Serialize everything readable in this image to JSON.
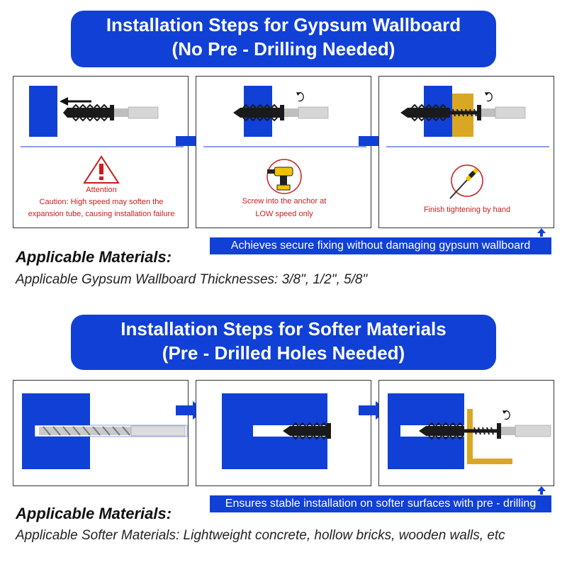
{
  "section1": {
    "title_line1": "Installation Steps for Gypsum Wallboard",
    "title_line2": "(No Pre - Drilling Needed)",
    "step1": {
      "label": "Attention",
      "caption_line1": "Caution: High speed may soften the",
      "caption_line2": "expansion tube, causing installation failure"
    },
    "step2": {
      "caption_line1": "Screw into the anchor at",
      "caption_line2": "LOW speed only"
    },
    "step3": {
      "caption": "Finish tightening by hand"
    },
    "note": "Achieves secure fixing without damaging gypsum wallboard",
    "materials_heading": "Applicable Materials:",
    "materials_text": "Applicable Gypsum Wallboard Thicknesses: 3/8\", 1/2\", 5/8\""
  },
  "section2": {
    "title_line1": "Installation Steps for Softer Materials",
    "title_line2": "(Pre - Drilled Holes Needed)",
    "note": "Ensures stable installation on softer surfaces with pre - drilling",
    "materials_heading": "Applicable Materials:",
    "materials_text": "Applicable Softer Materials: Lightweight concrete, hollow bricks, wooden walls, etc"
  },
  "colors": {
    "brand_blue": "#1140d6",
    "warning_red": "#c81e1e",
    "wood_yellow": "#d9a723"
  }
}
